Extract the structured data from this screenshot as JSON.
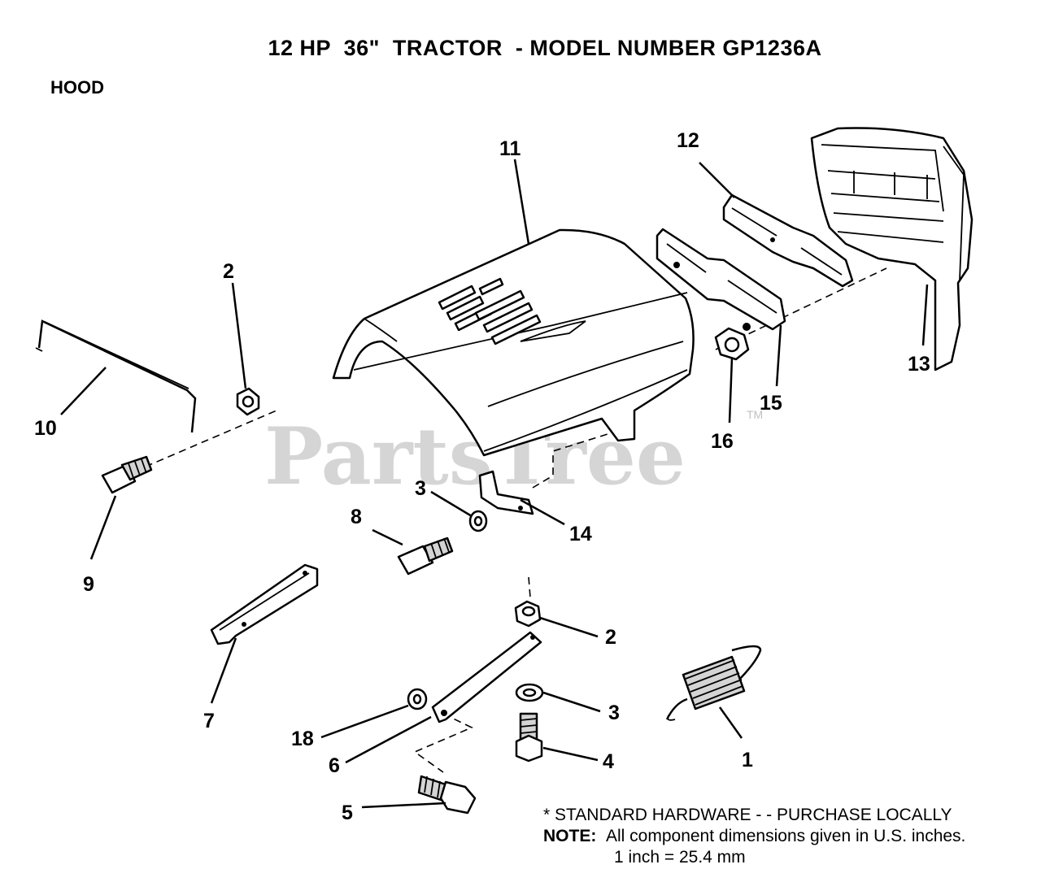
{
  "page": {
    "title": "12 HP  36\"  TRACTOR  - MODEL NUMBER GP1236A",
    "section": "HOOD"
  },
  "watermark": {
    "text": "PartsTree",
    "tm": "TM"
  },
  "callouts": {
    "c1": "1",
    "c2a": "2",
    "c2b": "2",
    "c3a": "3",
    "c3b": "3",
    "c4": "4",
    "c5": "5",
    "c6": "6",
    "c7": "7",
    "c8": "8",
    "c9": "9",
    "c10": "10",
    "c11": "11",
    "c12": "12",
    "c13": "13",
    "c14": "14",
    "c15": "15",
    "c16": "16",
    "c18": "18"
  },
  "footnote": {
    "standard": "* STANDARD HARDWARE - - PURCHASE LOCALLY",
    "note_label": "NOTE:",
    "note_text": "All component dimensions given in U.S. inches.",
    "conversion": "1 inch = 25.4 mm"
  }
}
